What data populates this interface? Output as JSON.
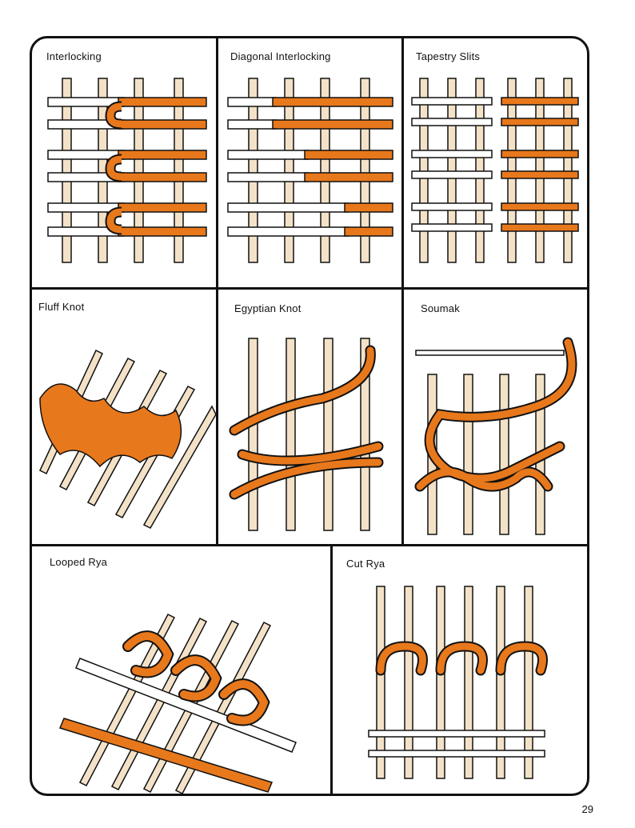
{
  "colors": {
    "weft": "#e8781c",
    "warp": "#f3e2c8",
    "line": "#111111",
    "white_yarn": "#ffffff"
  },
  "panels": [
    {
      "id": "interlocking",
      "title": "Interlocking"
    },
    {
      "id": "diagonal-interlocking",
      "title": "Diagonal Interlocking"
    },
    {
      "id": "tapestry-slits",
      "title": "Tapestry Slits"
    },
    {
      "id": "fluff-knot",
      "title": "Fluff Knot"
    },
    {
      "id": "egyptian-knot",
      "title": "Egyptian Knot"
    },
    {
      "id": "soumak",
      "title": "Soumak"
    },
    {
      "id": "looped-rya",
      "title": "Looped Rya"
    },
    {
      "id": "cut-rya",
      "title": "Cut Rya"
    }
  ],
  "page_number": "29"
}
